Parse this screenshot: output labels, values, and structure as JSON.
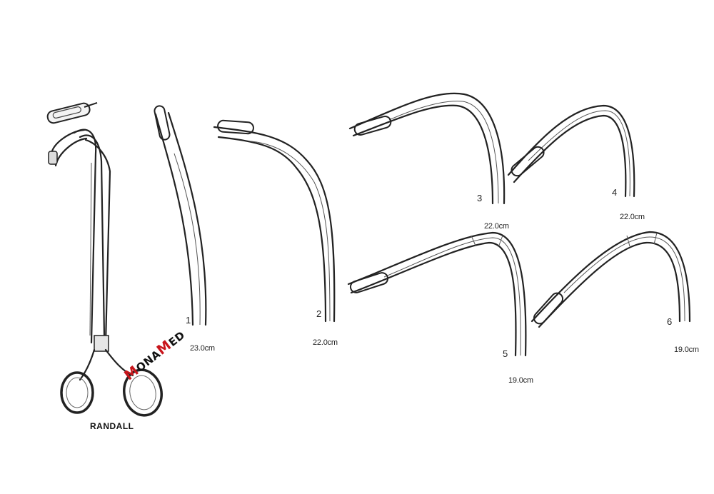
{
  "product_name": "RANDALL",
  "logo": {
    "letters": [
      "M",
      "ONA",
      "M",
      "ED"
    ],
    "colors": {
      "red": "#c8151b",
      "black": "#111111"
    }
  },
  "variants": [
    {
      "number": "1",
      "length": "23.0cm"
    },
    {
      "number": "2",
      "length": "22.0cm"
    },
    {
      "number": "3",
      "length": "22.0cm"
    },
    {
      "number": "4",
      "length": "22.0cm"
    },
    {
      "number": "5",
      "length": "19.0cm"
    },
    {
      "number": "6",
      "length": "19.0cm"
    }
  ]
}
